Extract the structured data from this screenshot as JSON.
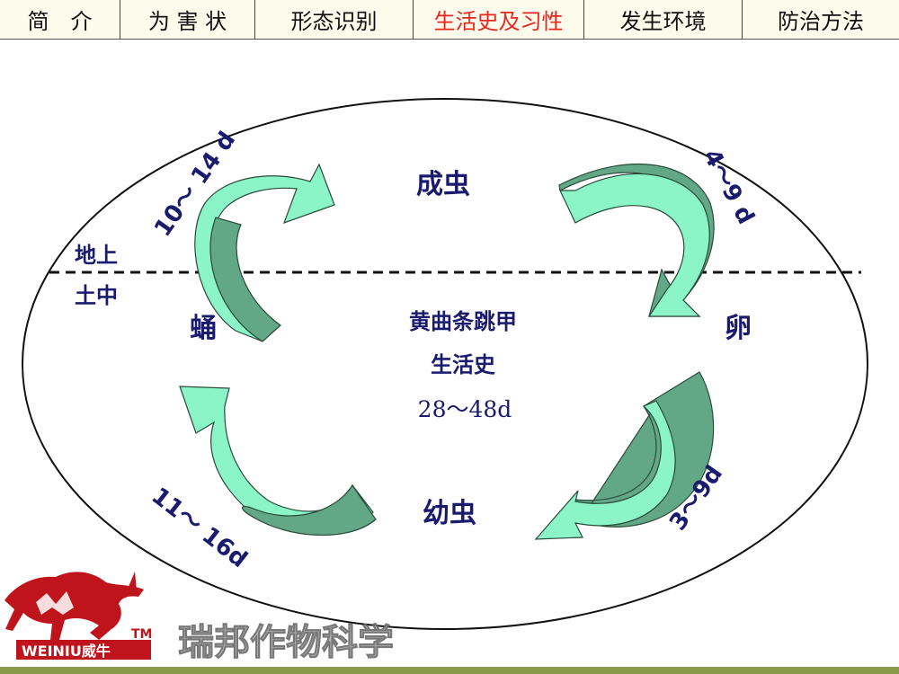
{
  "nav": {
    "tabs": [
      {
        "label": "简　介",
        "active": false
      },
      {
        "label": "为 害 状",
        "active": false
      },
      {
        "label": "形态识别",
        "active": false
      },
      {
        "label": "生活史及习性",
        "active": true
      },
      {
        "label": "发生环境",
        "active": false
      },
      {
        "label": "防治方法",
        "active": false
      }
    ]
  },
  "diagram": {
    "stages": {
      "adult": "成虫",
      "egg": "卵",
      "larva": "幼虫",
      "pupa": "蛹"
    },
    "zones": {
      "above": "地上",
      "below": "土中"
    },
    "center": {
      "line1": "黄曲条跳甲",
      "line2": "生活史",
      "line3": "28～48d"
    },
    "durations": {
      "adult_to_egg": "4～9 d",
      "egg_to_larva": "3～9d",
      "larva_to_pupa": "11～ 16d",
      "pupa_to_adult": "10～ 14 d"
    }
  },
  "branding": {
    "logo_text": "WEINIU威牛",
    "trademark": "TM",
    "watermark": "瑞邦作物科学"
  },
  "colors": {
    "arrow_light": "#8cf5c8",
    "arrow_dark": "#62a886",
    "text_navy": "#1a1a6e",
    "active_tab": "#e8261e",
    "logo_red": "#c0141c"
  }
}
